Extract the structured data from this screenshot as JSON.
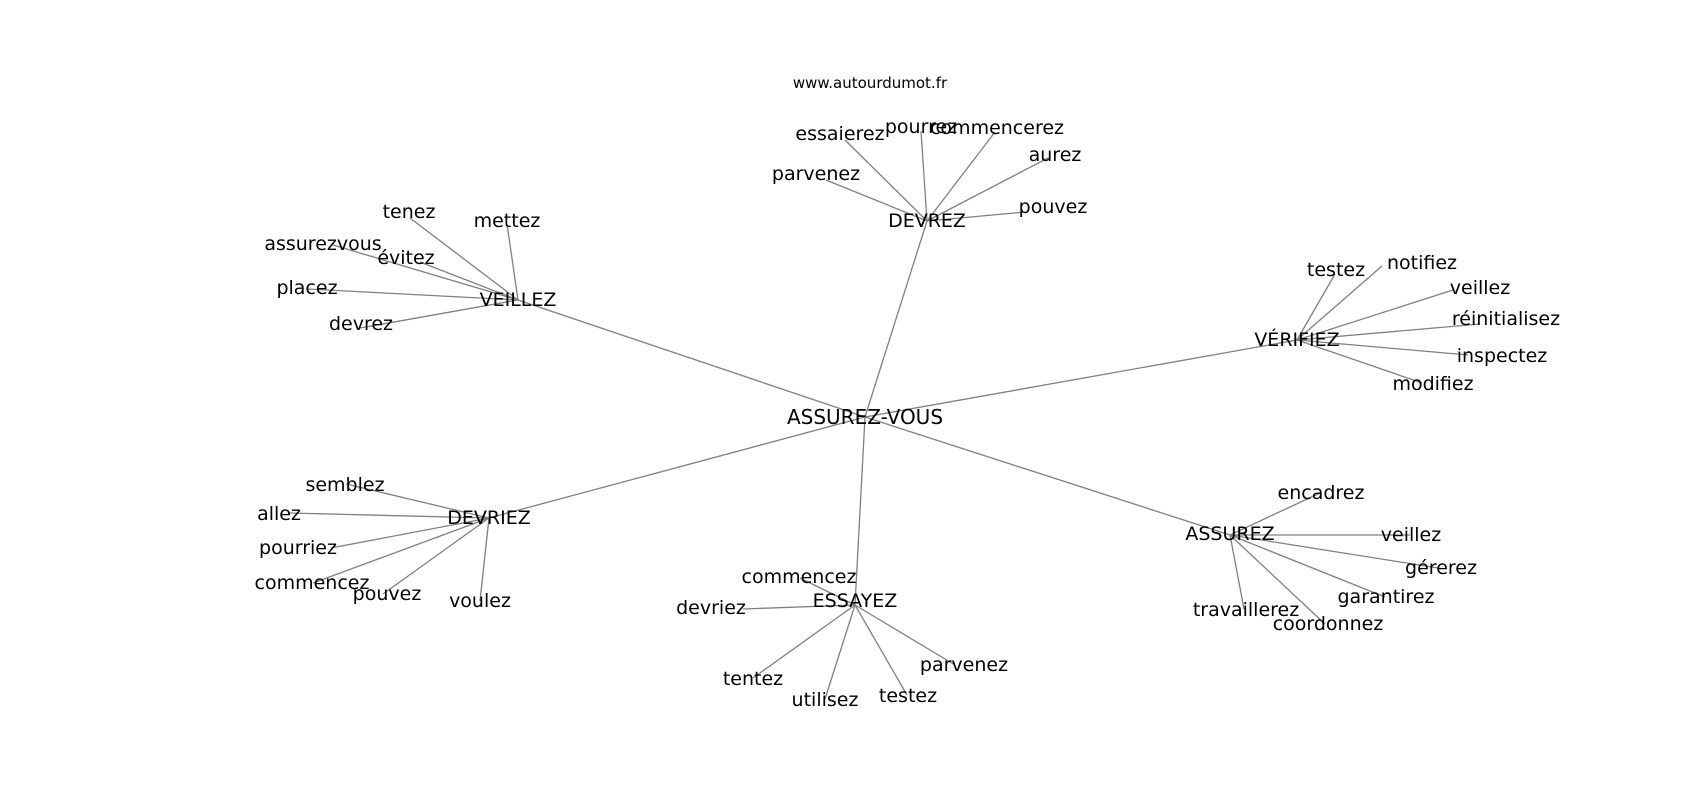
{
  "site": "www.autourdumot.fr",
  "graph": {
    "center": "ASSUREZ-VOUS",
    "groups": [
      {
        "hub": "DEVREZ",
        "leaves": [
          "essaierez",
          "pourrez",
          "commencerez",
          "aurez",
          "parvenez",
          "pouvez"
        ]
      },
      {
        "hub": "VEILLEZ",
        "leaves": [
          "tenez",
          "mettez",
          "assurezvous",
          "évitez",
          "placez",
          "devrez"
        ]
      },
      {
        "hub": "VÉRIFIEZ",
        "leaves": [
          "testez",
          "notifiez",
          "veillez",
          "réinitialisez",
          "inspectez",
          "modifiez"
        ]
      },
      {
        "hub": "DEVRIEZ",
        "leaves": [
          "semblez",
          "allez",
          "pourriez",
          "commencez",
          "pouvez",
          "voulez"
        ]
      },
      {
        "hub": "ESSAYEZ",
        "leaves": [
          "commencez",
          "devriez",
          "tentez",
          "utilisez",
          "testez",
          "parvenez"
        ]
      },
      {
        "hub": "ASSUREZ",
        "leaves": [
          "encadrez",
          "veillez",
          "gérerez",
          "garantirez",
          "travaillerez",
          "coordonnez"
        ]
      }
    ]
  }
}
